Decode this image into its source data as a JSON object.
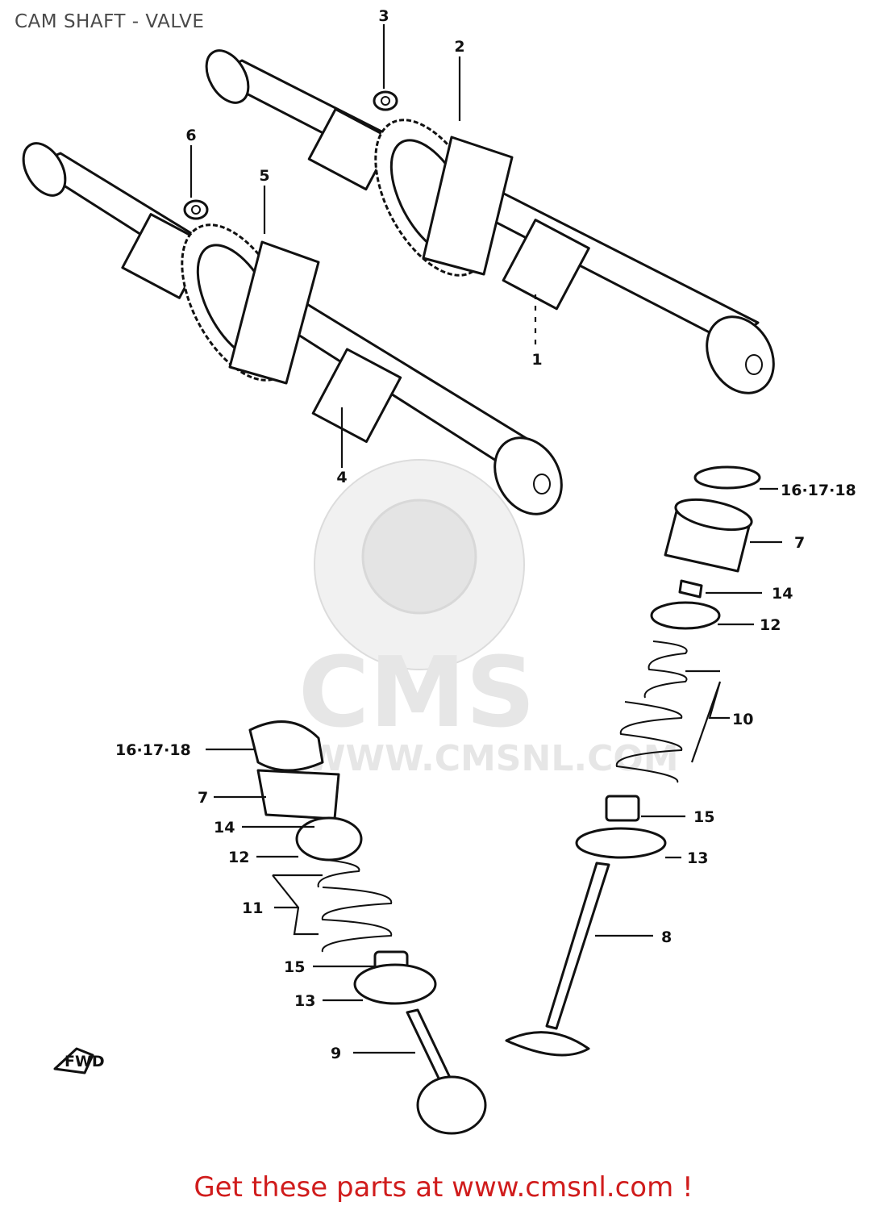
{
  "page": {
    "title": "CAM SHAFT - VALVE",
    "footer": "Get these parts at www.cmsnl.com !"
  },
  "watermark": {
    "brand": "CMS",
    "url": "WWW.CMSNL.COM"
  },
  "fwd_marker": "FWD",
  "callouts": [
    {
      "id": "c1",
      "label": "1"
    },
    {
      "id": "c2",
      "label": "2"
    },
    {
      "id": "c3",
      "label": "3"
    },
    {
      "id": "c4",
      "label": "4"
    },
    {
      "id": "c5",
      "label": "5"
    },
    {
      "id": "c6",
      "label": "6"
    },
    {
      "id": "c7a",
      "label": "7"
    },
    {
      "id": "c7b",
      "label": "7"
    },
    {
      "id": "c8",
      "label": "8"
    },
    {
      "id": "c9",
      "label": "9"
    },
    {
      "id": "c10",
      "label": "10"
    },
    {
      "id": "c11",
      "label": "11"
    },
    {
      "id": "c12a",
      "label": "12"
    },
    {
      "id": "c12b",
      "label": "12"
    },
    {
      "id": "c13a",
      "label": "13"
    },
    {
      "id": "c13b",
      "label": "13"
    },
    {
      "id": "c14a",
      "label": "14"
    },
    {
      "id": "c14b",
      "label": "14"
    },
    {
      "id": "c15a",
      "label": "15"
    },
    {
      "id": "c15b",
      "label": "15"
    },
    {
      "id": "c16a",
      "label": "16·17·18"
    },
    {
      "id": "c16b",
      "label": "16·17·18"
    }
  ]
}
